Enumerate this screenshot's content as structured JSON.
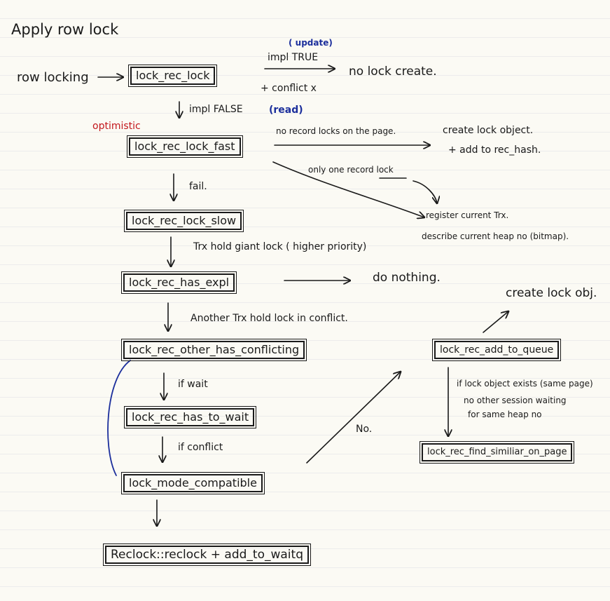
{
  "title": "Apply row lock",
  "colors": {
    "ink": "#1a1a1a",
    "blue_note": "#1c2f9c",
    "red_note": "#c3161c",
    "paper": "#fbfaf4",
    "bracket": "#1c2f9c"
  },
  "nodes": {
    "row_locking": "row locking",
    "lock_rec_lock": "lock_rec_lock",
    "no_lock_create": "no lock create.",
    "lock_rec_lock_fast": "lock_rec_lock_fast",
    "create_lock_object": "create lock object.",
    "add_to_rec_hash": "+ add to rec_hash.",
    "register_trx": "register current Trx.",
    "describe_heap": "describe current heap no (bitmap).",
    "lock_rec_lock_slow": "lock_rec_lock_slow",
    "lock_rec_has_expl": "lock_rec_has_expl",
    "do_nothing": "do nothing.",
    "lock_rec_other_has_conflicting": "lock_rec_other_has_conflicting",
    "lock_rec_has_to_wait": "lock_rec_has_to_wait",
    "lock_mode_compatible": "lock_mode_compatible",
    "reclock": "Reclock::reclock + add_to_waitq",
    "create_lock_obj": "create lock obj.",
    "lock_rec_add_to_queue": "lock_rec_add_to_queue",
    "lock_rec_find_similar_on_page": "lock_rec_find_similiar_on_page"
  },
  "labels": {
    "update": "( update)",
    "impl_true": "impl TRUE",
    "conflict_x": "+ conflict x",
    "impl_false": "impl FALSE",
    "read": "(read)",
    "optimistic": "optimistic",
    "no_record_locks": "no record locks on the page.",
    "only_one_record_lock": "only one record lock",
    "fail": "fail.",
    "trx_hold_giant": "Trx hold giant lock ( higher priority)",
    "another_trx": "Another Trx hold lock in conflict.",
    "if_wait": "if wait",
    "if_conflict": "if conflict",
    "no": "No.",
    "if_lock_object_exists": "if lock object exists (same page)",
    "no_other_session": "no other session waiting",
    "for_same_heap": "for same heap no"
  }
}
